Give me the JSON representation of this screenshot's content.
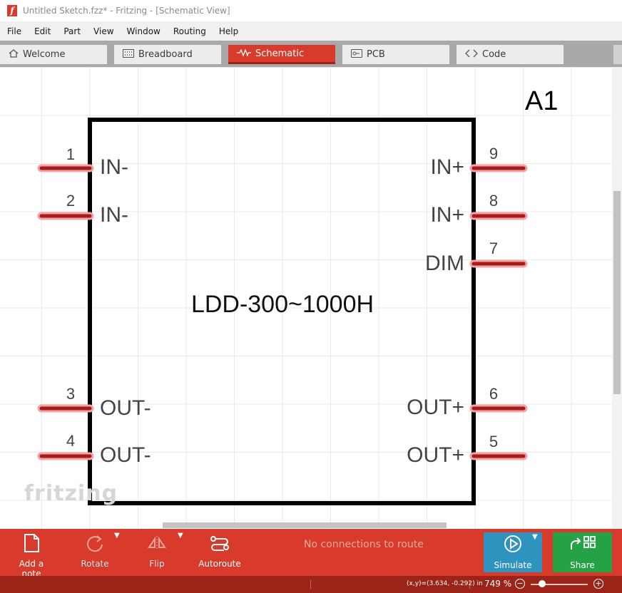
{
  "window": {
    "title": "Untitled Sketch.fzz* - Fritzing - [Schematic View]"
  },
  "menu": [
    "File",
    "Edit",
    "Part",
    "View",
    "Window",
    "Routing",
    "Help"
  ],
  "tabs": [
    {
      "label": "Welcome",
      "icon": "home-icon"
    },
    {
      "label": "Breadboard",
      "icon": "breadboard-icon"
    },
    {
      "label": "Schematic",
      "icon": "schematic-icon",
      "active": true
    },
    {
      "label": "PCB",
      "icon": "pcb-icon"
    },
    {
      "label": "Code",
      "icon": "code-icon"
    }
  ],
  "schematic": {
    "label": "A1",
    "part_name": "LDD-300~1000H",
    "watermark": "fritzing",
    "pins_left": [
      {
        "num": "1",
        "name": "IN-"
      },
      {
        "num": "2",
        "name": "IN-"
      },
      {
        "num": "3",
        "name": "OUT-"
      },
      {
        "num": "4",
        "name": "OUT-"
      }
    ],
    "pins_right": [
      {
        "num": "9",
        "name": "IN+"
      },
      {
        "num": "8",
        "name": "IN+"
      },
      {
        "num": "7",
        "name": "DIM"
      },
      {
        "num": "6",
        "name": "OUT+"
      },
      {
        "num": "5",
        "name": "OUT+"
      }
    ],
    "colors": {
      "pin": "#a61c1c",
      "pin_glow": "#f3a3a3",
      "body": "#000000"
    }
  },
  "toolbar": {
    "add_note": "Add a note",
    "rotate": "Rotate",
    "flip": "Flip",
    "autoroute": "Autoroute",
    "status": "No connections to route",
    "simulate": "Simulate",
    "share": "Share"
  },
  "statusbar": {
    "coords": "(x,y)=(3.634, -0.292) in",
    "zoom": "749 %",
    "zoom_level": 0.2
  },
  "colors": {
    "accent": "#d83a2b",
    "status_bar": "#9b2318",
    "simulate": "#2f93c0",
    "share": "#25a245"
  }
}
